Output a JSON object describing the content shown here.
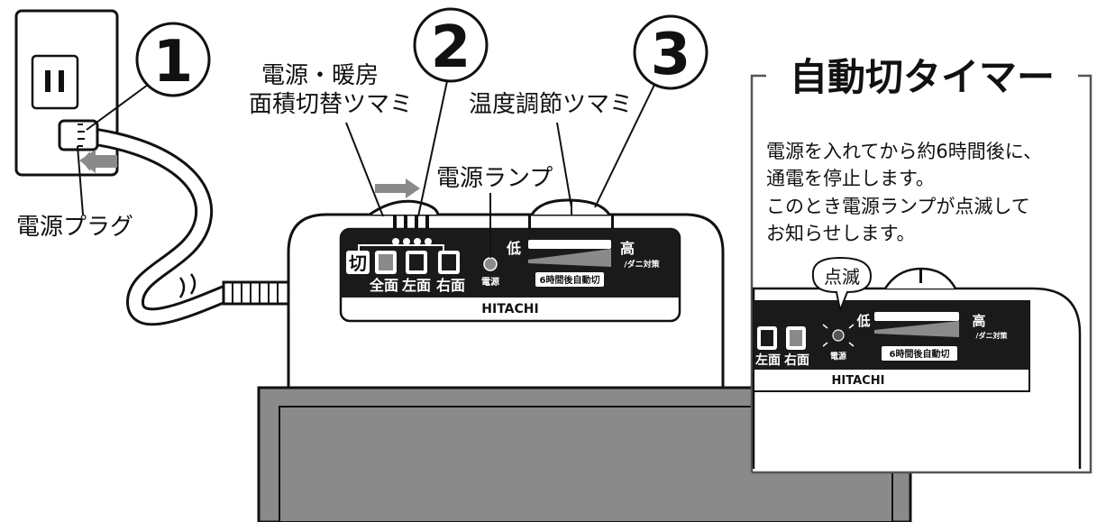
{
  "steps": {
    "one": "1",
    "two": "2",
    "three": "3"
  },
  "labels": {
    "plug": "電源プラグ",
    "switch_line1": "電源・暖房",
    "switch_line2": "面積切替ツマミ",
    "temp_knob": "温度調節ツマミ",
    "power_lamp": "電源ランプ"
  },
  "panel": {
    "off": "切",
    "full": "全面",
    "left": "左面",
    "right": "右面",
    "low": "低",
    "high": "高",
    "mite": "/ダニ対策",
    "power": "電源",
    "timer_badge": "6時間後自動切",
    "brand": "HITACHI"
  },
  "timer_box": {
    "title": "自動切タイマー",
    "lines": [
      "電源を入れてから約6時間後に、",
      "通電を停止します。",
      "このとき電源ランプが点滅して",
      "お知らせします。"
    ],
    "blink": "点滅"
  },
  "colors": {
    "line": "#111111",
    "panel": "#1a1a1a",
    "gray": "#8a8a8a",
    "frame": "#555555"
  }
}
